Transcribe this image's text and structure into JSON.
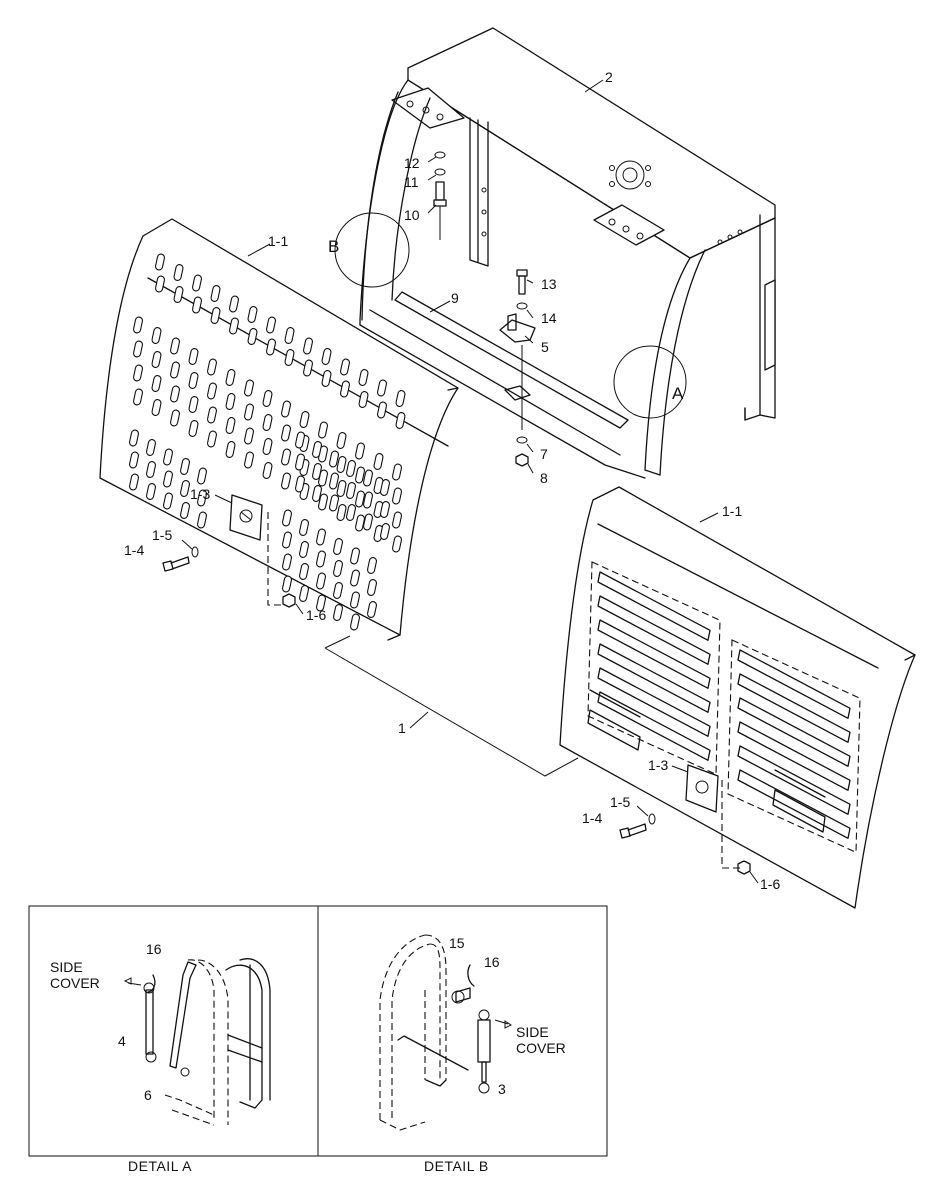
{
  "labels": {
    "p2": "2",
    "p12": "12",
    "p11": "11",
    "p10": "10",
    "p13": "13",
    "p14": "14",
    "p5": "5",
    "p9": "9",
    "p7": "7",
    "p8": "8",
    "p1": "1",
    "l_p1_1": "1-1",
    "l_p1_3": "1-3",
    "l_p1_4": "1-4",
    "l_p1_5": "1-5",
    "l_p1_6": "1-6",
    "r_p1_1": "1-1",
    "r_p1_3": "1-3",
    "r_p1_4": "1-4",
    "r_p1_5": "1-5",
    "r_p1_6": "1-6",
    "circle_a": "A",
    "circle_b": "B"
  },
  "detail_a": {
    "caption": "DETAIL  A",
    "side": "SIDE",
    "cover": "COVER",
    "p16": "16",
    "p4": "4",
    "p6": "6"
  },
  "detail_b": {
    "caption": "DETAIL  B",
    "side": "SIDE",
    "cover": "COVER",
    "p15": "15",
    "p16": "16",
    "p3": "3"
  }
}
